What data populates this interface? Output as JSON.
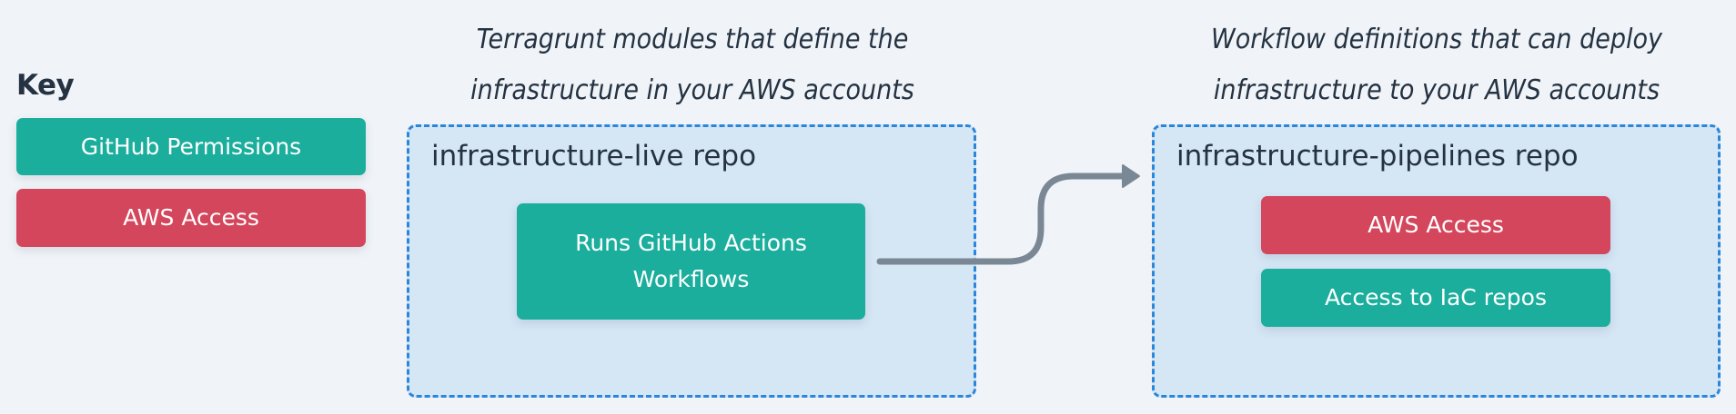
{
  "key": {
    "title": "Key",
    "items": [
      {
        "label": "GitHub Permissions",
        "color": "#1BAE9C"
      },
      {
        "label": "AWS Access",
        "color": "#D4465C"
      }
    ]
  },
  "left_panel": {
    "caption_line1": "Terragrunt modules that define the",
    "caption_line2": "infrastructure in your AWS accounts",
    "repo_label": "infrastructure-live repo",
    "box": {
      "line1": "Runs GitHub Actions",
      "line2": "Workflows",
      "color": "#1BAE9C"
    }
  },
  "right_panel": {
    "caption_line1": "Workflow definitions that can deploy",
    "caption_line2": "infrastructure to your AWS accounts",
    "repo_label": "infrastructure-pipelines repo",
    "boxes": [
      {
        "label": "AWS Access",
        "color": "#D4465C"
      },
      {
        "label": "Access to IaC repos",
        "color": "#1BAE9C"
      }
    ]
  },
  "connector": {
    "from": "Runs GitHub Actions Workflows",
    "to": "infrastructure-pipelines repo",
    "color": "#7A8794"
  },
  "colors": {
    "background": "#F0F4F8",
    "repo_fill": "#D5E6F5",
    "repo_border": "#2B86D9",
    "text": "#243242"
  }
}
